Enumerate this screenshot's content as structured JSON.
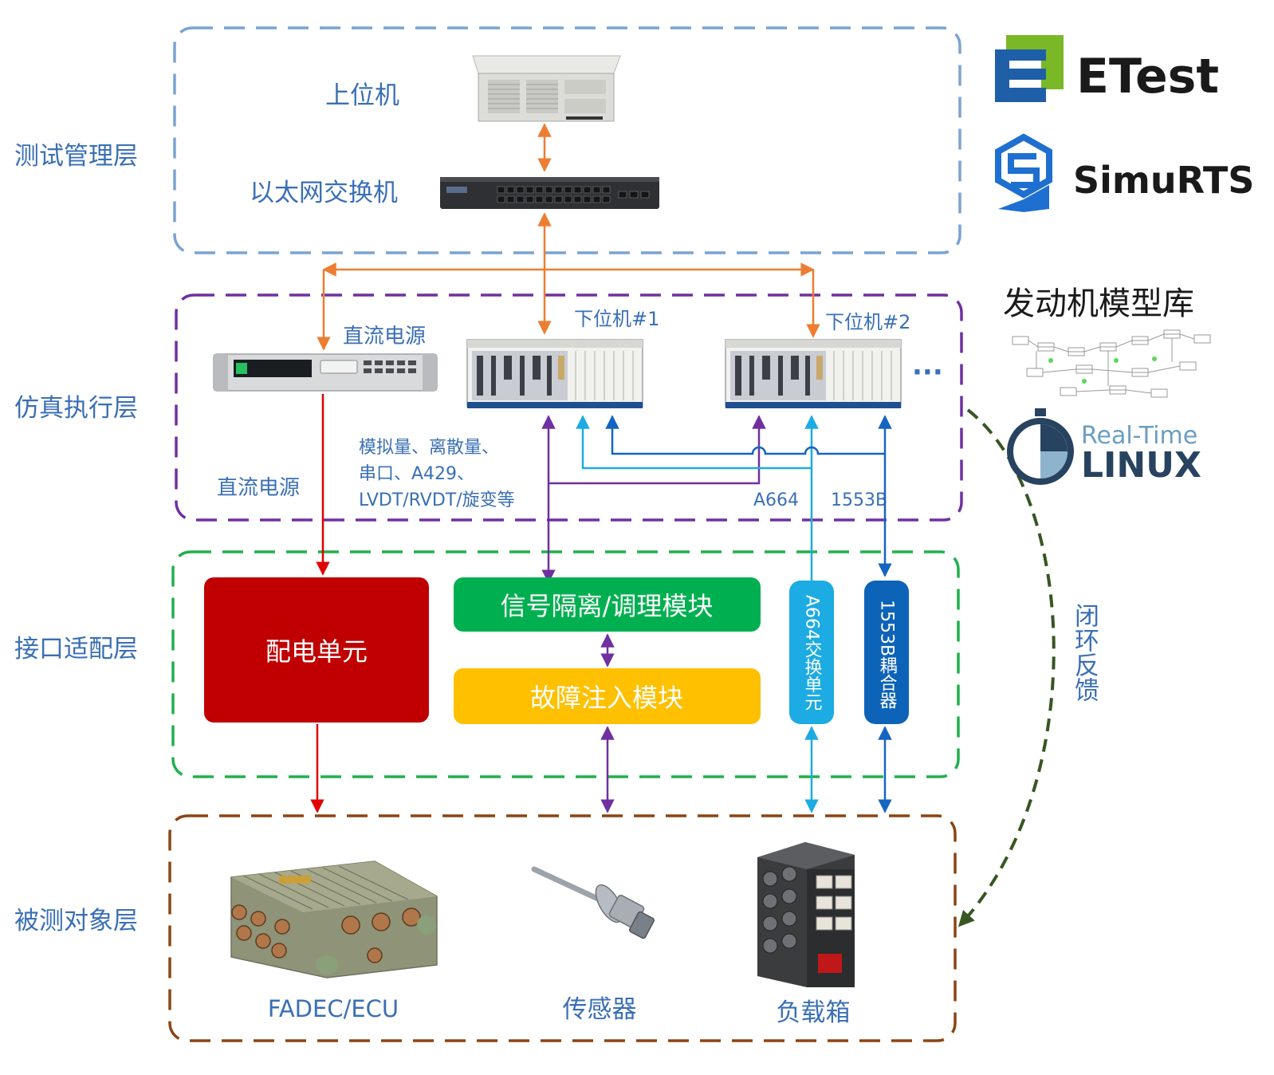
{
  "layers": {
    "management": "测试管理层",
    "simulation": "仿真执行层",
    "interface": "接口适配层",
    "dut": "被测对象层"
  },
  "management": {
    "host": "上位机",
    "switch": "以太网交换机"
  },
  "simulation": {
    "dc_power_top": "直流电源",
    "dc_power_left": "直流电源",
    "target1": "下位机#1",
    "target2": "下位机#2",
    "ellipsis": "···",
    "signals_line1": "模拟量、离散量、",
    "signals_line2": "串口、A429、",
    "signals_line3": "LVDT/RVDT/旋变等",
    "a664": "A664",
    "b1553": "1553B"
  },
  "interface": {
    "power_unit": "配电单元",
    "signal_module": "信号隔离/调理模块",
    "fault_module": "故障注入模块",
    "a664_switch": "A664交换单元",
    "coupler_1553": "1553B耦合器"
  },
  "dut": {
    "fadec": "FADEC/ECU",
    "sensor": "传感器",
    "load_box": "负载箱"
  },
  "side": {
    "etest": "ETest",
    "simurts": "SimuRTS",
    "model_lib": "发动机模型库",
    "rt_line1": "Real-Time",
    "rt_line2": "LINUX",
    "feedback": "闭环反馈"
  },
  "colors": {
    "layer_label": "#3a6fb5",
    "mgmt_border": "#7aa3d1",
    "sim_border": "#7030a0",
    "if_border": "#21b04b",
    "dut_border": "#8b4513",
    "ethernet": "#ed7d31",
    "dc": "#e00000",
    "signal": "#7030a0",
    "a664": "#1cabe2",
    "b1553": "#1565c0",
    "feedback": "#375623",
    "power_unit": "#c00000",
    "signal_module": "#00b050",
    "fault_module": "#ffc000"
  }
}
